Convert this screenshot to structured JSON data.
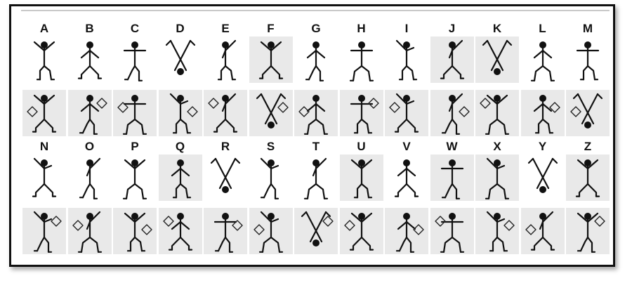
{
  "rows": [
    {
      "letters": [
        "A",
        "B",
        "C",
        "D",
        "E",
        "F",
        "G",
        "H",
        "I",
        "J",
        "K",
        "L",
        "M"
      ]
    },
    {
      "letters": [
        "N",
        "O",
        "P",
        "Q",
        "R",
        "S",
        "T",
        "U",
        "V",
        "W",
        "X",
        "Y",
        "Z"
      ]
    }
  ]
}
